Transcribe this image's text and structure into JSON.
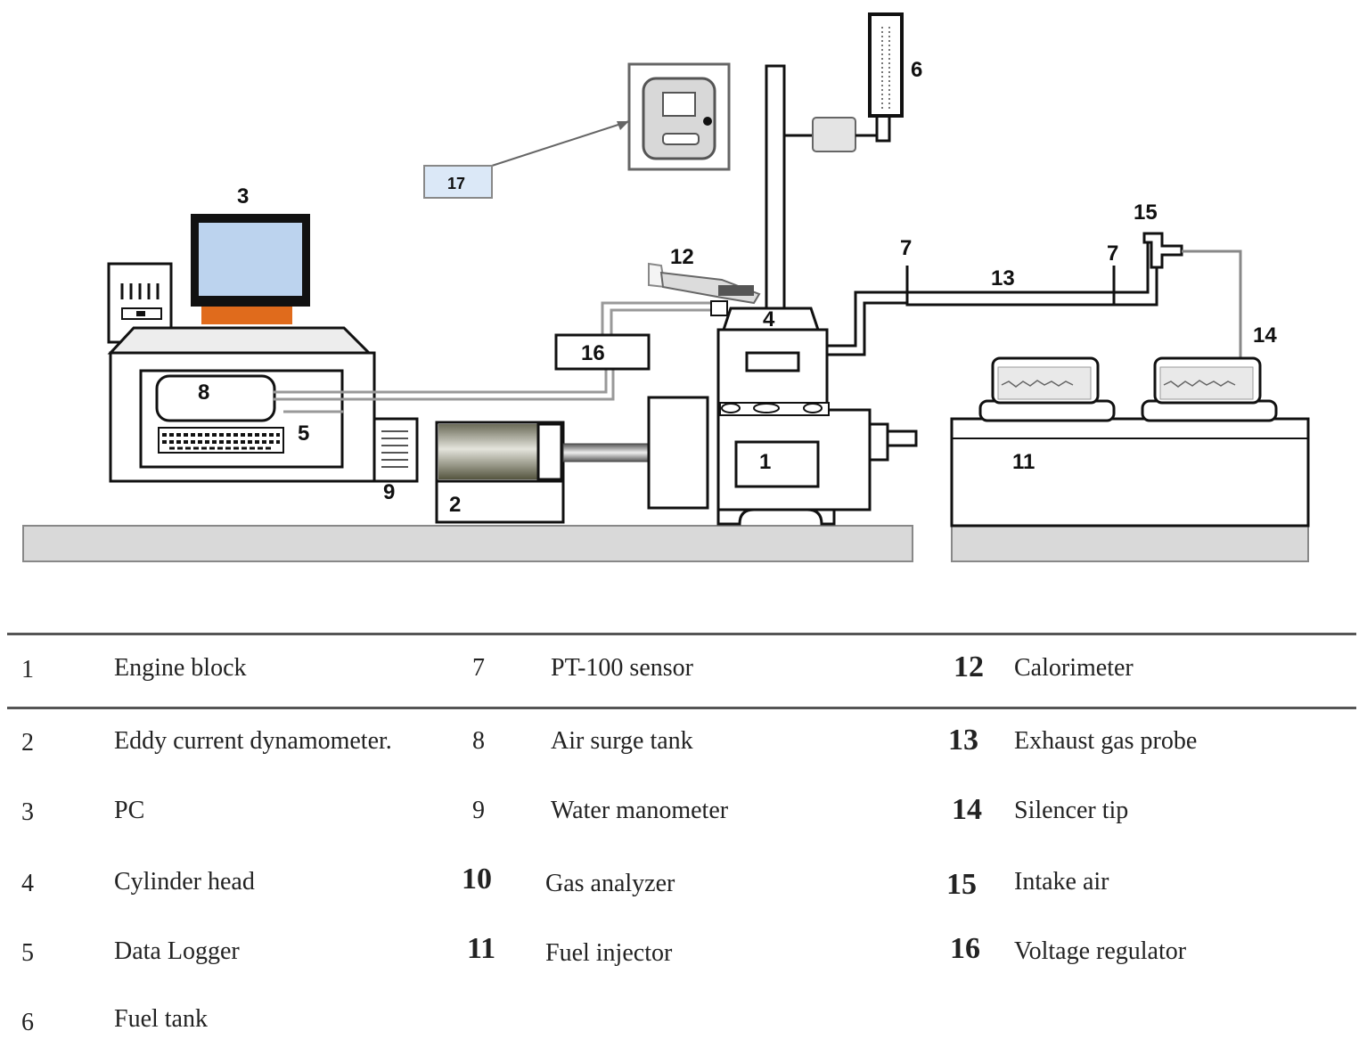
{
  "diagram": {
    "callouts": {
      "engine_block": "1",
      "dynamometer": "2",
      "pc": "3",
      "cylinder_head": "4",
      "data_logger": "5",
      "fuel_tank": "6",
      "pt100_left": "7",
      "pt100_right": "7",
      "air_surge_tank": "8",
      "water_manometer": "9",
      "fuel_injector": "11",
      "calorimeter": "12",
      "exhaust_probe": "13",
      "silencer": "14",
      "intake": "15",
      "voltage_regulator": "16",
      "voltage_display_tag": "17"
    }
  },
  "legend": {
    "rows": [
      [
        {
          "num": "1",
          "label": "Engine block"
        },
        {
          "num": "7",
          "label": "PT-100 sensor"
        },
        {
          "num": "12",
          "label": "Calorimeter"
        }
      ],
      [
        {
          "num": "2",
          "label": "Eddy current dynamometer."
        },
        {
          "num": "8",
          "label": "Air surge tank"
        },
        {
          "num": "13",
          "label": "Exhaust gas probe"
        }
      ],
      [
        {
          "num": "3",
          "label": "PC"
        },
        {
          "num": "9",
          "label": "Water manometer"
        },
        {
          "num": "14",
          "label": "Silencer tip"
        }
      ],
      [
        {
          "num": "4",
          "label": "Cylinder head"
        },
        {
          "num": "10",
          "label": "Gas analyzer"
        },
        {
          "num": "15",
          "label": "Intake air"
        }
      ],
      [
        {
          "num": "5",
          "label": "Data Logger"
        },
        {
          "num": "11",
          "label": "Fuel injector"
        },
        {
          "num": "16",
          "label": "Voltage regulator"
        }
      ],
      [
        {
          "num": "6",
          "label": "Fuel tank"
        }
      ]
    ]
  }
}
